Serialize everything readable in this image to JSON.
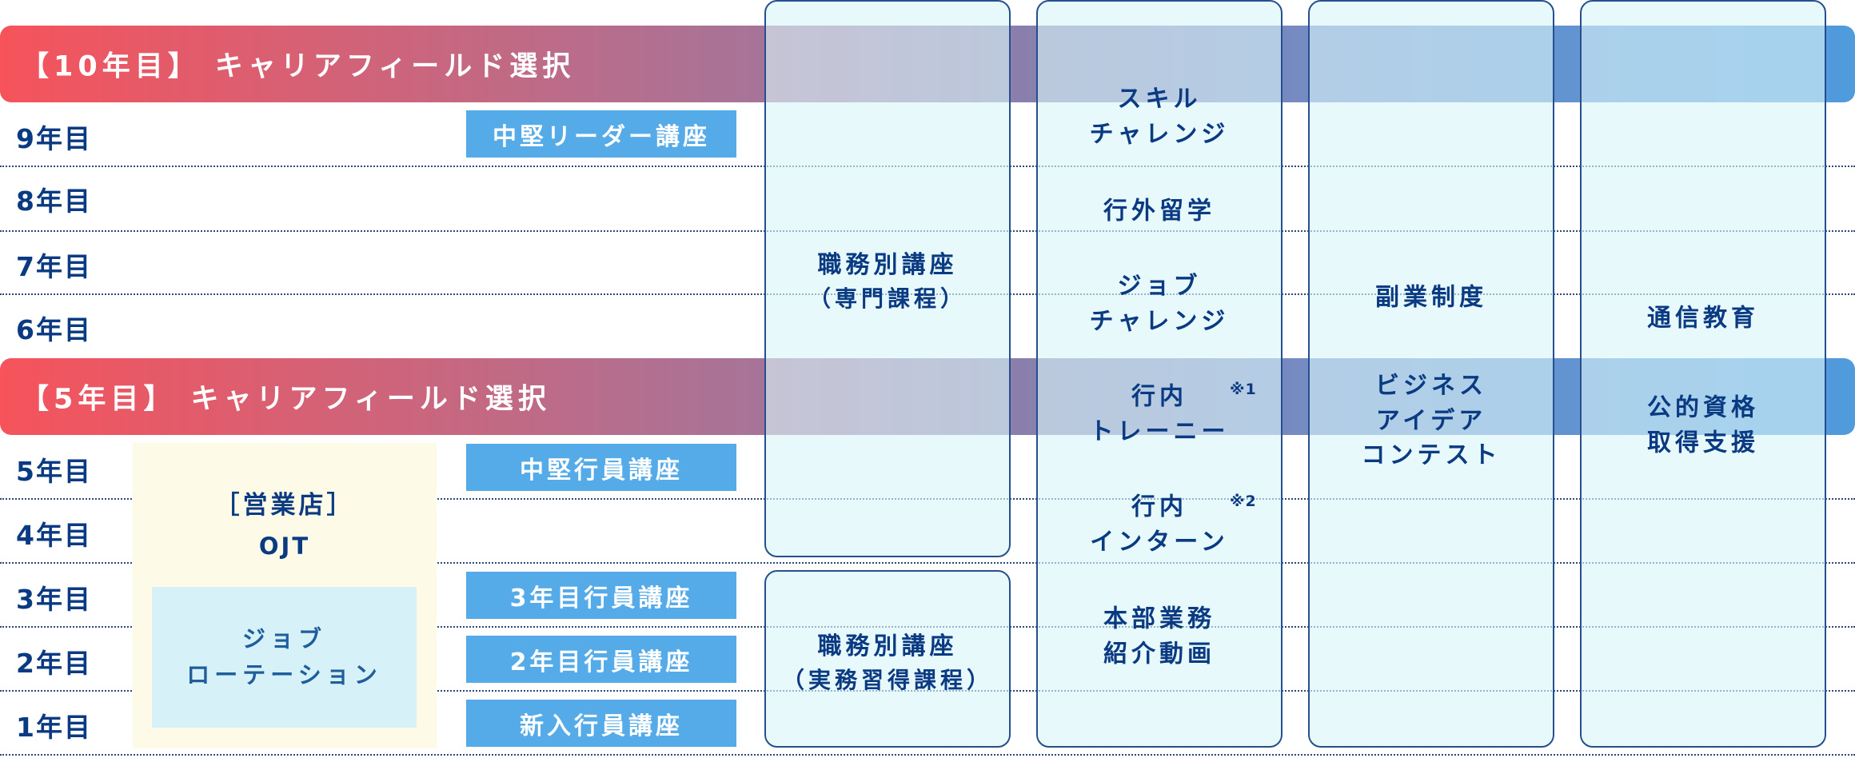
{
  "banners": {
    "year10": "【10年目】 キャリアフィールド選択",
    "year5": "【5年目】 キャリアフィールド選択"
  },
  "years": [
    "9年目",
    "8年目",
    "7年目",
    "6年目",
    "5年目",
    "4年目",
    "3年目",
    "2年目",
    "1年目"
  ],
  "courses": {
    "mid_leader": "中堅リーダー講座",
    "mid_staff": "中堅行員講座",
    "third_year": "3年目行員講座",
    "second_year": "2年目行員講座",
    "new_staff": "新入行員講座"
  },
  "ojt": {
    "branch": "［営業店］",
    "ojt": "OJT",
    "rotation_line1": "ジョブ",
    "rotation_line2": "ローテーション"
  },
  "job_courses": {
    "specialist_title": "職務別講座",
    "specialist_sub": "（専門課程）",
    "practical_title": "職務別講座",
    "practical_sub": "（実務習得課程）"
  },
  "challenges": {
    "skill_1": "スキル",
    "skill_2": "チャレンジ",
    "study_abroad": "行外留学",
    "job_1": "ジョブ",
    "job_2": "チャレンジ",
    "trainee_1": "行内",
    "trainee_2": "トレーニー",
    "trainee_note": "※1",
    "intern_1": "行内",
    "intern_2": "インターン",
    "intern_note": "※2",
    "video_1": "本部業務",
    "video_2": "紹介動画"
  },
  "side_business": {
    "title": "副業制度",
    "contest_1": "ビジネス",
    "contest_2": "アイデア",
    "contest_3": "コンテスト"
  },
  "self_study": {
    "correspondence": "通信教育",
    "cert_1": "公的資格",
    "cert_2": "取得支援"
  },
  "colors": {
    "navy": "#0a3a82",
    "course_blue": "#55aae8",
    "banner_start": "#f6535b",
    "banner_end": "#4f9bdc",
    "ojt_bg": "#fdfbe7",
    "rotation_bg": "#d6f1f7"
  }
}
